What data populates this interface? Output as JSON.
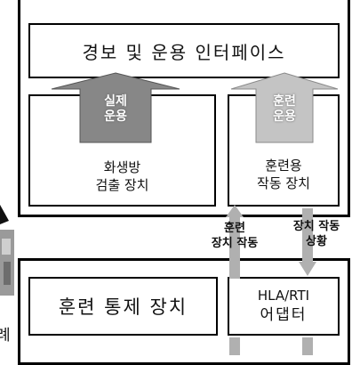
{
  "top_interface": {
    "title": "경보 및 운용 인터페이스"
  },
  "fire_detector": {
    "line1": "화생방",
    "line2": "검출 장치"
  },
  "real_op_arrow": {
    "line1": "실제",
    "line2": "운용"
  },
  "training_device": {
    "line1": "훈련용",
    "line2": "작동 장치"
  },
  "training_op_arrow": {
    "line1": "훈련",
    "line2": "운용"
  },
  "link_labels": {
    "left_line1": "훈련",
    "left_line2": "장치 작동",
    "right_line1": "장치 작동",
    "right_line2": "상황"
  },
  "training_control": {
    "title": "훈련 통제 장치"
  },
  "adapter": {
    "line1": "HLA/RTI",
    "line2": "어댑터"
  },
  "left_edge_fragment": {
    "text": "례"
  },
  "colors": {
    "real_arrow": "#878787",
    "training_arrow": "#c4c4c4",
    "connector": "#b0b0b0",
    "border": "#000000"
  }
}
